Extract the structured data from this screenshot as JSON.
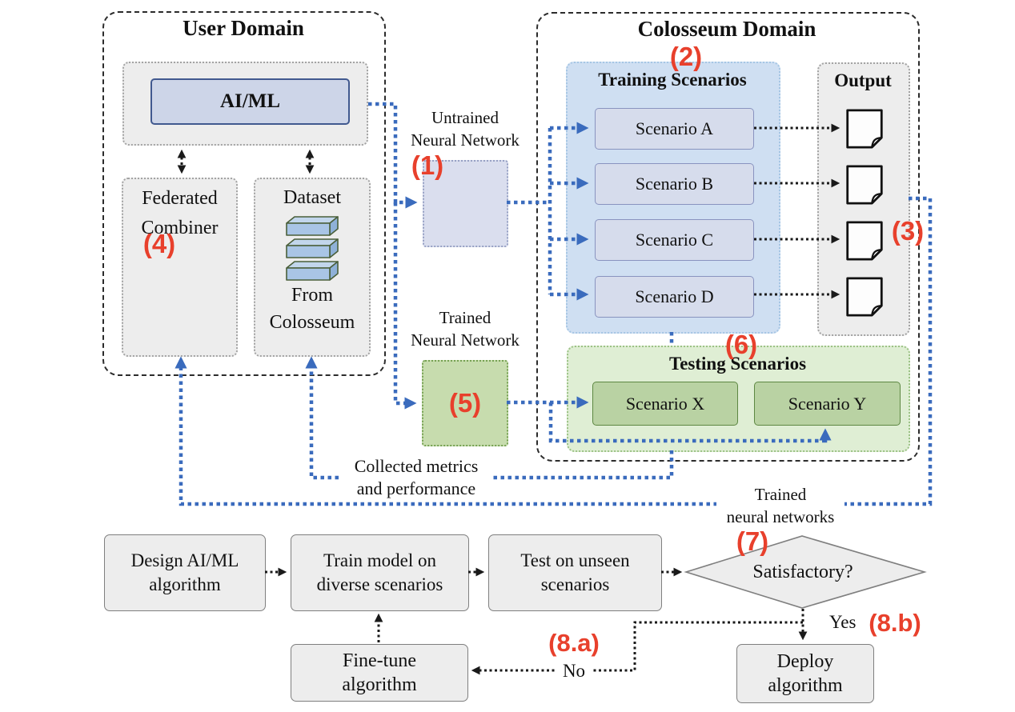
{
  "colors": {
    "line-blue": "#3a6bbd",
    "line-black": "#1a1a1a",
    "red": "#e8402c",
    "panel-gray": "#ededed",
    "panel-blue": "#cfdff2",
    "panel-green": "#dfeed4",
    "box-blue": "#d6dcec",
    "box-green": "#b9d2a3",
    "aiml-fill": "#cdd5e8",
    "untrained-fill": "#dadeee",
    "trained-fill": "#c7dcae",
    "dataset-cube-fill": "#a9c5e6"
  },
  "user_domain": {
    "title": "User Domain",
    "aiml": "AI/ML",
    "federated_combiner": [
      "Federated",
      "Combiner"
    ],
    "dataset": {
      "title": "Dataset",
      "source": [
        "From",
        "Colosseum"
      ]
    }
  },
  "colosseum_domain": {
    "title": "Colosseum Domain",
    "training": {
      "title": "Training Scenarios",
      "scenarios": [
        "Scenario A",
        "Scenario B",
        "Scenario C",
        "Scenario D"
      ]
    },
    "output": {
      "title": "Output",
      "document_count": 4
    },
    "testing": {
      "title": "Testing Scenarios",
      "scenarios": [
        "Scenario X",
        "Scenario Y"
      ]
    }
  },
  "labels": {
    "untrained_nn": [
      "Untrained",
      "Neural Network"
    ],
    "trained_nn": [
      "Trained",
      "Neural Network"
    ],
    "collected_metrics": [
      "Collected metrics",
      "and performance"
    ],
    "trained_networks": [
      "Trained",
      "neural networks"
    ]
  },
  "annotations": {
    "n1": "(1)",
    "n2": "(2)",
    "n3": "(3)",
    "n4": "(4)",
    "n5": "(5)",
    "n6": "(6)",
    "n7": "(7)",
    "n8a": "(8.a)",
    "n8b": "(8.b)"
  },
  "flowchart": {
    "design": [
      "Design AI/ML",
      "algorithm"
    ],
    "train": [
      "Train model on",
      "diverse scenarios"
    ],
    "test": [
      "Test on unseen",
      "scenarios"
    ],
    "decision": "Satisfactory?",
    "finetune": [
      "Fine-tune",
      "algorithm"
    ],
    "deploy": [
      "Deploy",
      "algorithm"
    ],
    "yes_label": "Yes",
    "no_label": "No"
  }
}
